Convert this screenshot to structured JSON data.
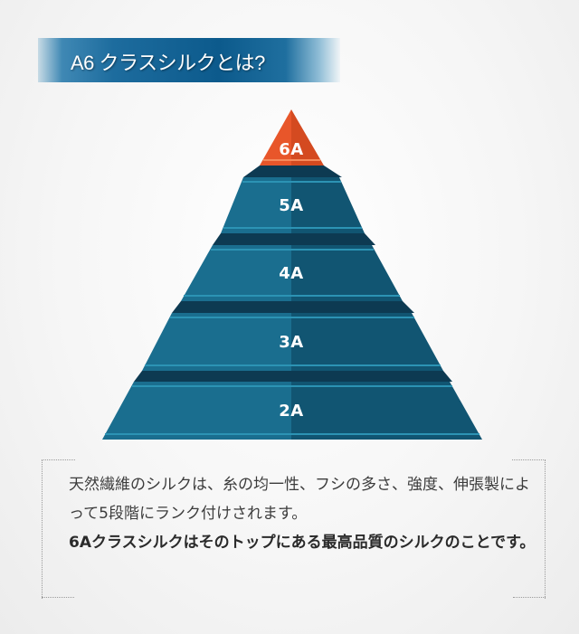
{
  "header": {
    "title": "A6 クラスシルクとは?"
  },
  "pyramid": {
    "tiers": [
      {
        "label": "6A",
        "rank": 1,
        "color_left": "#e8562a",
        "color_right": "#d44a20"
      },
      {
        "label": "5A",
        "rank": 2,
        "color_left": "#1a6e8f",
        "color_right": "#115572"
      },
      {
        "label": "4A",
        "rank": 3,
        "color_left": "#1a6e8f",
        "color_right": "#115572"
      },
      {
        "label": "3A",
        "rank": 4,
        "color_left": "#1a6e8f",
        "color_right": "#115572"
      },
      {
        "label": "2A",
        "rank": 5,
        "color_left": "#1a6e8f",
        "color_right": "#115572"
      }
    ],
    "highlight_color": "#2c93b4",
    "shadow_color": "#0d3a52"
  },
  "description": {
    "paragraph1": "天然繊維のシルクは、糸の均一性、フシの多さ、強度、伸張製によって5段階にランク付けされます。",
    "paragraph2": "6Aクラスシルクはそのトップにある最高品質のシルクのことです。"
  }
}
